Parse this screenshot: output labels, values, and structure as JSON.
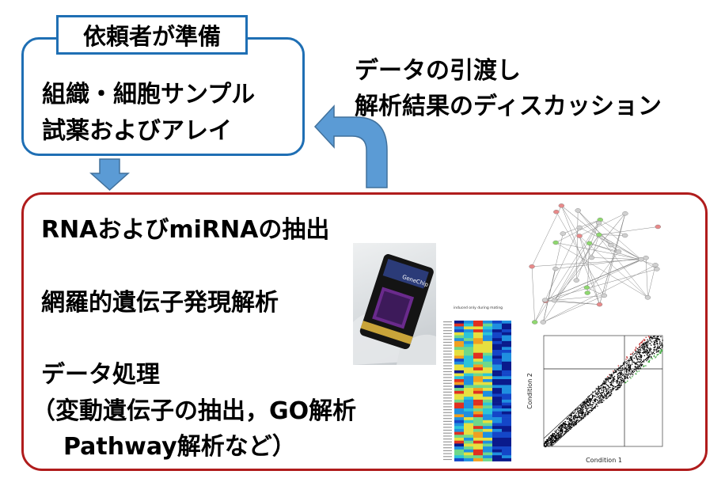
{
  "client": {
    "title": "依頼者が準備",
    "line1": "組織・細胞サンプル",
    "line2": "試薬およびアレイ"
  },
  "handover": {
    "line1": "データの引渡し",
    "line2": "解析結果のディスカッション"
  },
  "lab": {
    "step1": "RNAおよびmiRNAの抽出",
    "step2": "網羅的遺伝子発現解析",
    "step3": "データ処理",
    "step3_detail1": "（変動遺伝子の抽出，GO解析",
    "step3_detail2": "Pathway解析など）"
  },
  "figures": {
    "chip_label": "GeneChip",
    "heatmap_title": "induced only during mating",
    "scatter_xlabel": "Condition 1",
    "scatter_ylabel": "Condition 2"
  },
  "colors": {
    "client_border": "#1f6fb4",
    "lab_border": "#b01c1c",
    "arrow_fill": "#5b9bd5",
    "arrow_stroke": "#41719c"
  }
}
